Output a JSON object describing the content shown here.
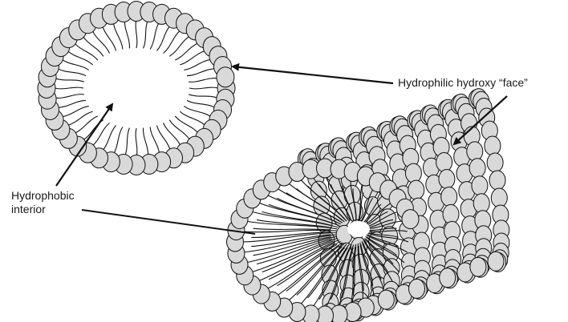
{
  "labels": {
    "hydrophilic": "Hydrophilic hydroxy “face”",
    "hydrophobic_line1": "Hydrophobic",
    "hydrophobic_line2": "interior"
  },
  "colors": {
    "head_fill": "#d9d9d9",
    "head_stroke": "#111111",
    "tail_stroke": "#111111",
    "arrow": "#111111",
    "background": "#ffffff"
  },
  "figures": [
    "ring-micelle",
    "tubular-micelle"
  ]
}
